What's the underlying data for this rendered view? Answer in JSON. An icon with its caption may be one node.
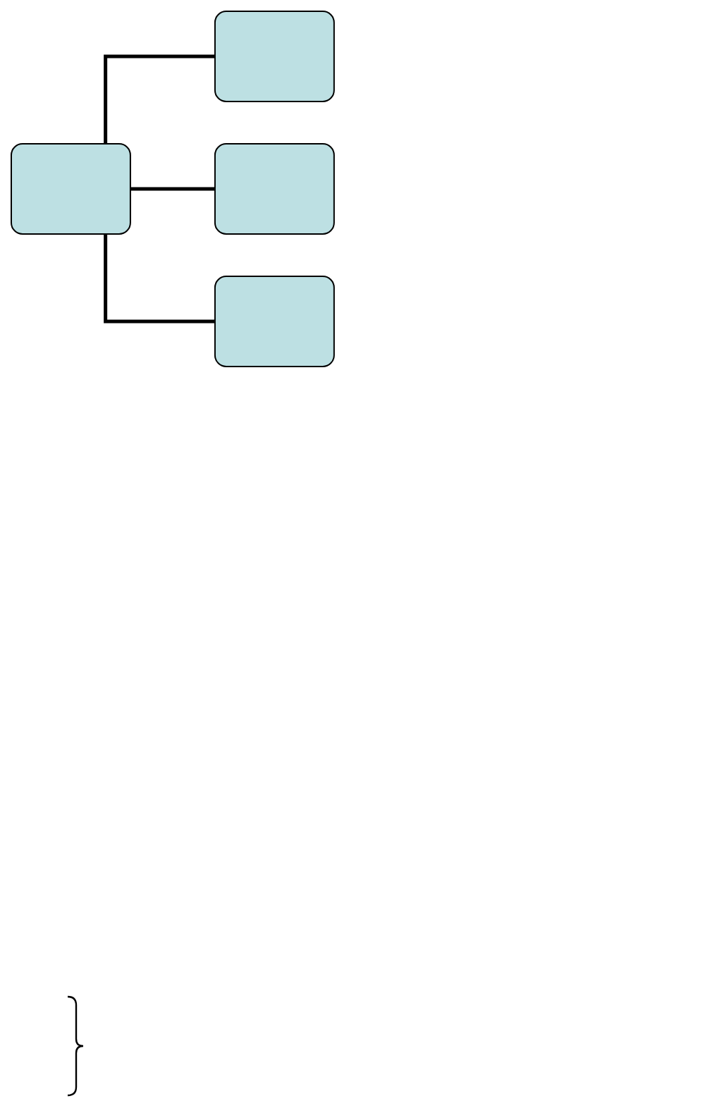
{
  "diagram": {
    "nodes": [
      {
        "text": [],
        "shape": "box"
      },
      {
        "text": [],
        "shape": "box"
      },
      {
        "text": [],
        "shape": "box"
      },
      {
        "text": [],
        "shape": "box"
      }
    ],
    "edges": [
      {
        "from": 0,
        "to": 1,
        "arrow": "none"
      },
      {
        "from": 0,
        "to": 2,
        "arrow": "none"
      },
      {
        "from": 0,
        "to": 3,
        "arrow": "none"
      }
    ]
  }
}
